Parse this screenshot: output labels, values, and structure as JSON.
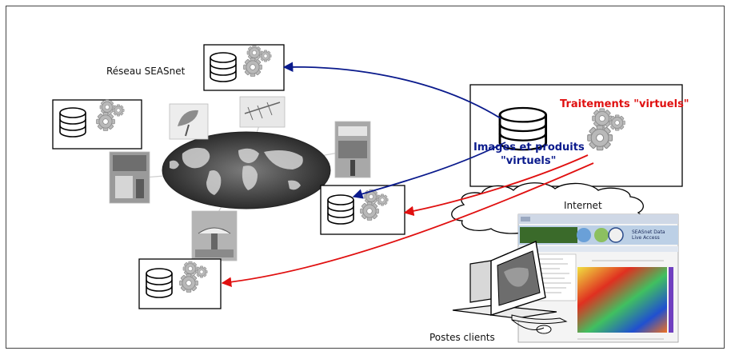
{
  "labels": {
    "network": "Réseau SEASnet",
    "virtual_treatments": "Traitements \"virtuels\"",
    "virtual_images_line1": "Images et produits",
    "virtual_images_line2": "\"virtuels\"",
    "internet": "Internet",
    "clients": "Postes clients"
  },
  "screenshot": {
    "title_line1": "SEASnet Data",
    "title_line2": "Live Access"
  },
  "colors": {
    "blue_arrow": "#0a1a8c",
    "red_arrow": "#e01010",
    "red_text": "#e01010",
    "blue_text": "#0a1a8c"
  }
}
